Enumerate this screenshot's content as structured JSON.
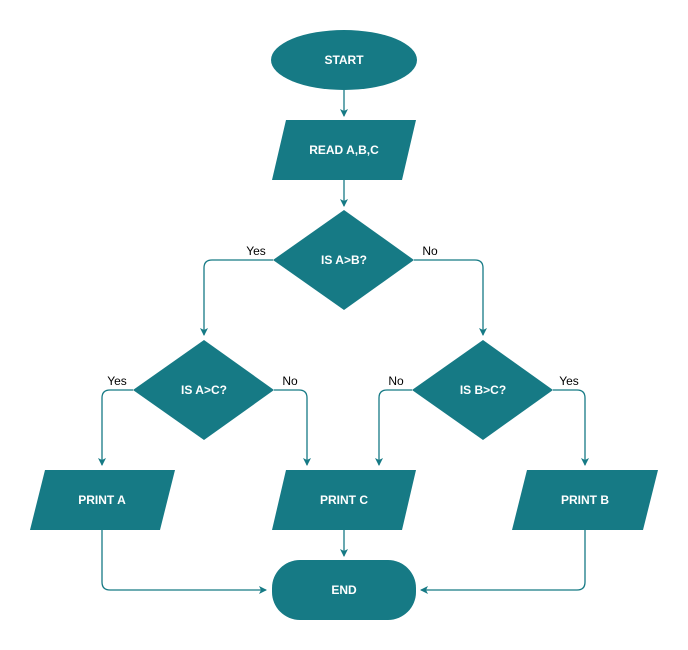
{
  "colors": {
    "shape_fill": "#167a85",
    "connector": "#167a85",
    "node_text": "#ffffff",
    "edge_label_text": "#000000",
    "background": "#ffffff"
  },
  "nodes": {
    "start": {
      "label": "START",
      "shape": "ellipse"
    },
    "read": {
      "label": "READ A,B,C",
      "shape": "parallelogram"
    },
    "decision_ab": {
      "label": "IS A>B?",
      "shape": "diamond"
    },
    "decision_ac": {
      "label": "IS A>C?",
      "shape": "diamond"
    },
    "decision_bc": {
      "label": "IS B>C?",
      "shape": "diamond"
    },
    "print_a": {
      "label": "PRINT A",
      "shape": "parallelogram"
    },
    "print_c": {
      "label": "PRINT C",
      "shape": "parallelogram"
    },
    "print_b": {
      "label": "PRINT B",
      "shape": "parallelogram"
    },
    "end": {
      "label": "END",
      "shape": "rounded-rectangle"
    }
  },
  "edges": [
    {
      "from": "start",
      "to": "read",
      "label": ""
    },
    {
      "from": "read",
      "to": "decision_ab",
      "label": ""
    },
    {
      "from": "decision_ab",
      "to": "decision_ac",
      "label": "Yes"
    },
    {
      "from": "decision_ab",
      "to": "decision_bc",
      "label": "No"
    },
    {
      "from": "decision_ac",
      "to": "print_a",
      "label": "Yes"
    },
    {
      "from": "decision_ac",
      "to": "print_c",
      "label": "No"
    },
    {
      "from": "decision_bc",
      "to": "print_c",
      "label": "No"
    },
    {
      "from": "decision_bc",
      "to": "print_b",
      "label": "Yes"
    },
    {
      "from": "print_a",
      "to": "end",
      "label": ""
    },
    {
      "from": "print_c",
      "to": "end",
      "label": ""
    },
    {
      "from": "print_b",
      "to": "end",
      "label": ""
    }
  ]
}
